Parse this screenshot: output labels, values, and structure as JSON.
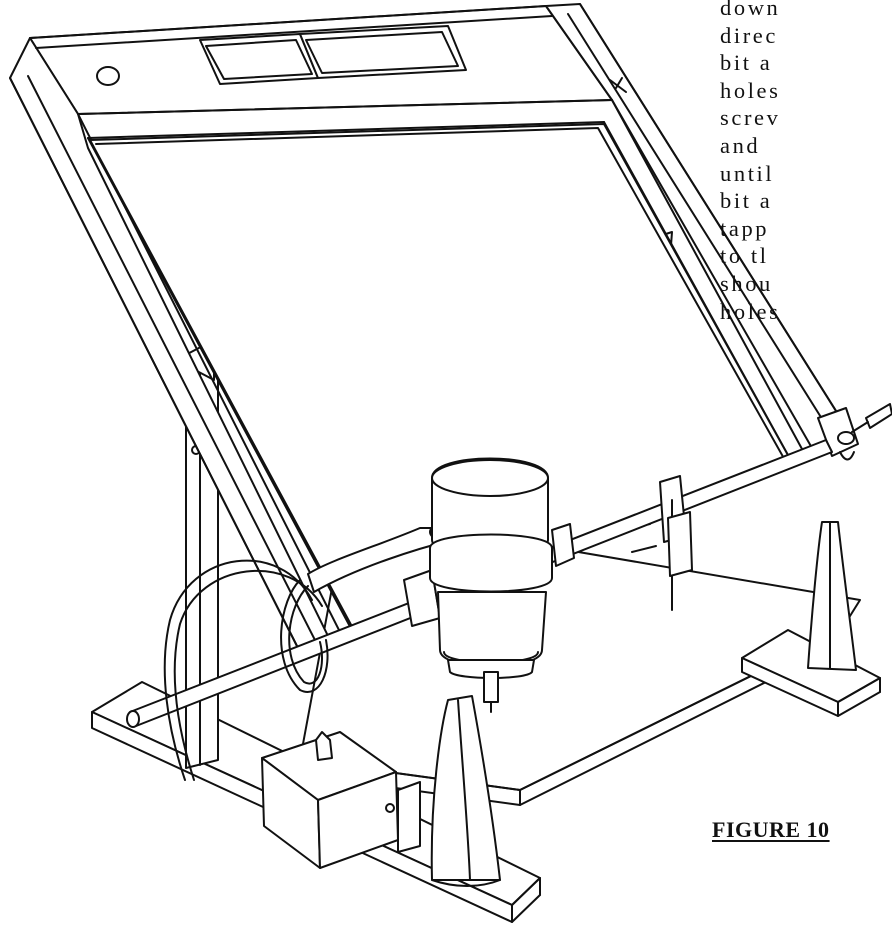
{
  "body_text_lines": [
    "down",
    "direc",
    "bit a",
    "holes",
    "screv",
    "and",
    "until",
    "bit a",
    "tapp",
    "to tl",
    "shou",
    "holes"
  ],
  "figure": {
    "caption": "FIGURE 10",
    "icon": "router-drilling-jig-illustration"
  },
  "colors": {
    "ink": "#111111",
    "paper": "#ffffff"
  }
}
